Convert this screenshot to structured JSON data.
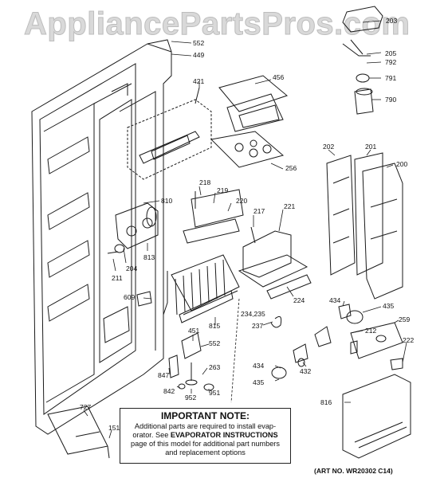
{
  "watermark": "AppliancePartsPros.com",
  "parts": [
    "203",
    "552",
    "449",
    "205",
    "792",
    "791",
    "790",
    "421",
    "456",
    "256",
    "202",
    "201",
    "200",
    "218",
    "219",
    "220",
    "810",
    "217",
    "221",
    "204",
    "813",
    "211",
    "609",
    "815",
    "224",
    "234,235",
    "237",
    "434",
    "435",
    "212",
    "259",
    "222",
    "451",
    "552",
    "263",
    "847",
    "842",
    "952",
    "951",
    "432",
    "434",
    "435",
    "727",
    "151",
    "816"
  ],
  "note": {
    "title": "IMPORTANT NOTE:",
    "line1": "Additional parts are required to install evap-",
    "line2_pre": "orator.  See ",
    "line2_bold": "EVAPORATOR INSTRUCTIONS",
    "line3": "page of this model for additional part numbers",
    "line4": "and replacement options"
  },
  "art_number": "(ART NO. WR20302 C14)"
}
